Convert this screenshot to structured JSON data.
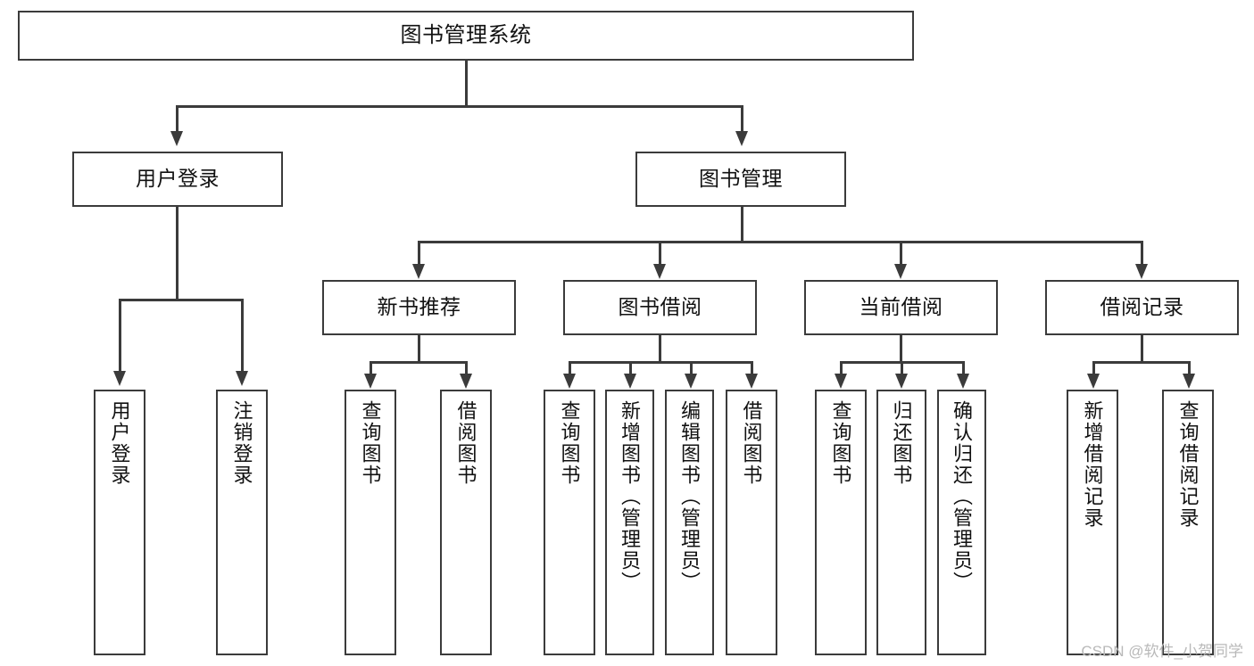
{
  "diagram": {
    "title": "图书管理系统",
    "type": "tree-hierarchy",
    "watermark": "CSDN @软件_小贺同学",
    "colors": {
      "stroke": "#3b3b3b",
      "fill": "#ffffff",
      "text": "#111111",
      "watermark": "#b9b9b9"
    },
    "root": {
      "label": "图书管理系统"
    },
    "level2": [
      {
        "label": "用户登录"
      },
      {
        "label": "图书管理"
      }
    ],
    "level3": [
      {
        "label": "新书推荐"
      },
      {
        "label": "图书借阅"
      },
      {
        "label": "当前借阅"
      },
      {
        "label": "借阅记录"
      }
    ],
    "leaves": {
      "user_login": [
        {
          "label": "用户登录"
        },
        {
          "label": "注销登录"
        }
      ],
      "new_book": [
        {
          "label": "查询图书"
        },
        {
          "label": "借阅图书"
        }
      ],
      "book_borrow": [
        {
          "label": "查询图书"
        },
        {
          "label": "新增图书（管理员）"
        },
        {
          "label": "编辑图书（管理员）"
        },
        {
          "label": "借阅图书"
        }
      ],
      "current_borrow": [
        {
          "label": "查询图书"
        },
        {
          "label": "归还图书"
        },
        {
          "label": "确认归还（管理员）"
        }
      ],
      "borrow_record": [
        {
          "label": "新增借阅记录"
        },
        {
          "label": "查询借阅记录"
        }
      ]
    }
  }
}
